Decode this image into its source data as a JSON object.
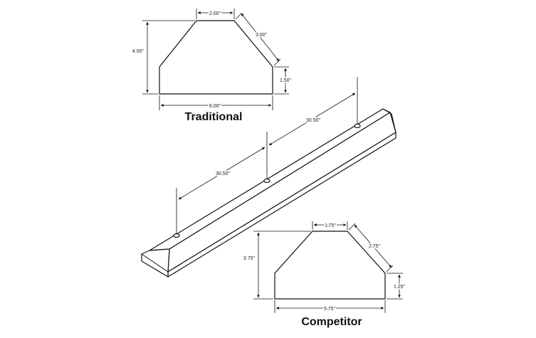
{
  "colors": {
    "ink": "#111111",
    "background": "#ffffff"
  },
  "traditional": {
    "title": "Traditional",
    "dims": {
      "top": "2.00\"",
      "slope": "3.00\"",
      "height": "4.00\"",
      "side": "1.50\"",
      "base": "6.00\""
    }
  },
  "bar": {
    "spacing_left": "30.50\"",
    "spacing_right": "30.50\""
  },
  "competitor": {
    "title": "Competitor",
    "dims": {
      "top": "1.75\"",
      "slope": "2.75\"",
      "height": "3.75\"",
      "side": "1.25\"",
      "base": "5.75\""
    }
  }
}
